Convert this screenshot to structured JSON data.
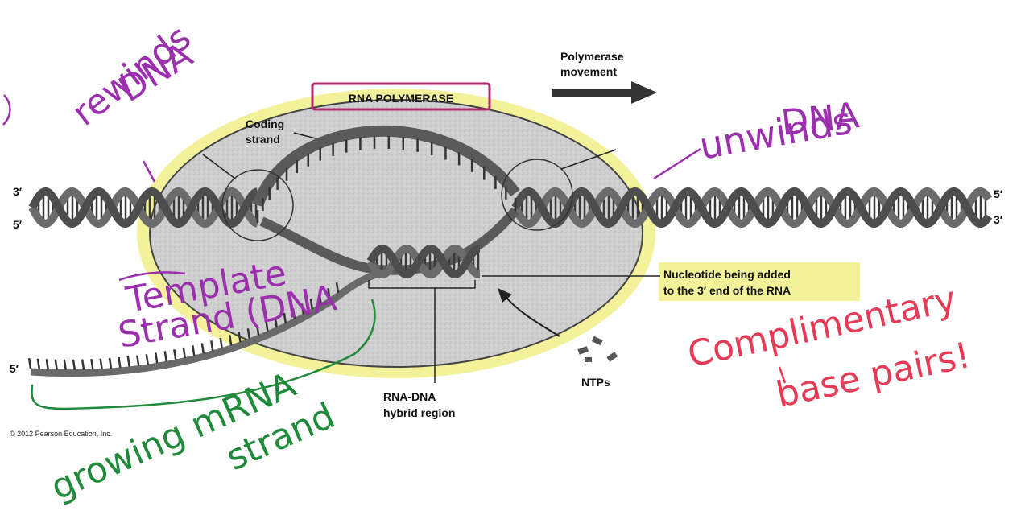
{
  "labels": {
    "enzyme": "RNA POLYMERASE",
    "movement_line1": "Polymerase",
    "movement_line2": "movement",
    "coding_line1": "Coding",
    "coding_line2": "strand",
    "end_3prime_left": "3′",
    "end_5prime_left": "5′",
    "end_5prime_right": "5′",
    "end_3prime_right": "3′",
    "rna_5prime": "5′",
    "nucleotide_line1": "Nucleotide being added",
    "nucleotide_line2": "to the 3′ end of the RNA",
    "ntps": "NTPs",
    "hybrid_line1": "RNA-DNA",
    "hybrid_line2": "hybrid region",
    "copyright": "© 2012 Pearson Education, Inc."
  },
  "annotations": {
    "rewinds_line1": "rewinds",
    "rewinds_line2": "DNA",
    "unwinds_line1": "unwinds",
    "unwinds_line2": "DNA",
    "template_line1": "Template",
    "template_line2": "Strand (DNA",
    "growing_line1": "growing mRNA",
    "growing_line2": "strand",
    "complementary_line1": "Complimentary",
    "complementary_line2": "base pairs!"
  },
  "colors": {
    "highlight": "#f3f19a",
    "purple_ink": "#9b2fae",
    "green_ink": "#1f8a3a",
    "red_ink": "#e43c56",
    "strand": "#5a5a5a",
    "ellipse_fill": "#cfcfcf"
  }
}
